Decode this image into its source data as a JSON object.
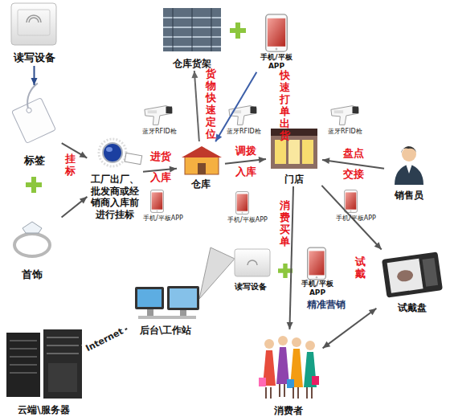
{
  "diagram": {
    "nodes": [
      {
        "text": [
          "读写设备"
        ]
      },
      {
        "text": [
          "标签"
        ]
      },
      {
        "text": [
          "首饰"
        ]
      },
      {
        "text": [
          "工厂出厂、批发商或经销商入库前进行挂标"
        ]
      },
      {
        "text": [
          "仓库"
        ]
      },
      {
        "text": [
          "仓库货架"
        ]
      },
      {
        "text": [
          "手机/平板APP"
        ]
      },
      {
        "text": [
          "门店"
        ]
      },
      {
        "text": [
          "销售员"
        ]
      },
      {
        "text": [
          "读写设备"
        ]
      },
      {
        "text": [
          "手机/平板APP"
        ]
      },
      {
        "text": [
          "试戴盘"
        ]
      },
      {
        "text": [
          "消费者"
        ]
      },
      {
        "text": [
          "后台\\工作站"
        ]
      },
      {
        "text": [
          "云端\\服务器"
        ]
      }
    ],
    "edges": [
      {
        "from": 0,
        "to": 1,
        "arrow": "to"
      },
      {
        "from": 1,
        "to": 3,
        "label": "挂标",
        "arrow": "to"
      },
      {
        "from": 2,
        "to": 3,
        "arrow": "to"
      },
      {
        "from": 3,
        "to": 4,
        "label": "进货入库",
        "arrow": "to"
      },
      {
        "from": 4,
        "to": 5,
        "label": "货物快速定位",
        "arrow": "to"
      },
      {
        "from": 6,
        "to": 4,
        "label": "快速打单出货",
        "arrow": "to"
      },
      {
        "from": 4,
        "to": 7,
        "label": "调拨入库",
        "arrow": "to"
      },
      {
        "from": 8,
        "to": 7,
        "label": "盘点交接",
        "arrow": "to"
      },
      {
        "from": 7,
        "to": 12,
        "label": "消费买单",
        "arrow": "to"
      },
      {
        "from": 7,
        "to": 11,
        "label": "试戴",
        "arrow": "to"
      },
      {
        "from": 11,
        "to": 12,
        "label": "精准营销",
        "arrow": "both"
      },
      {
        "from": 14,
        "to": 13,
        "label": "Internet",
        "arrow": "to"
      }
    ],
    "labels": [
      "蓝牙RFID枪",
      "手机/平板APP",
      "蓝牙RFID枪",
      "手机/平板APP",
      "蓝牙RFID枪",
      "手机/平板APP"
    ]
  }
}
